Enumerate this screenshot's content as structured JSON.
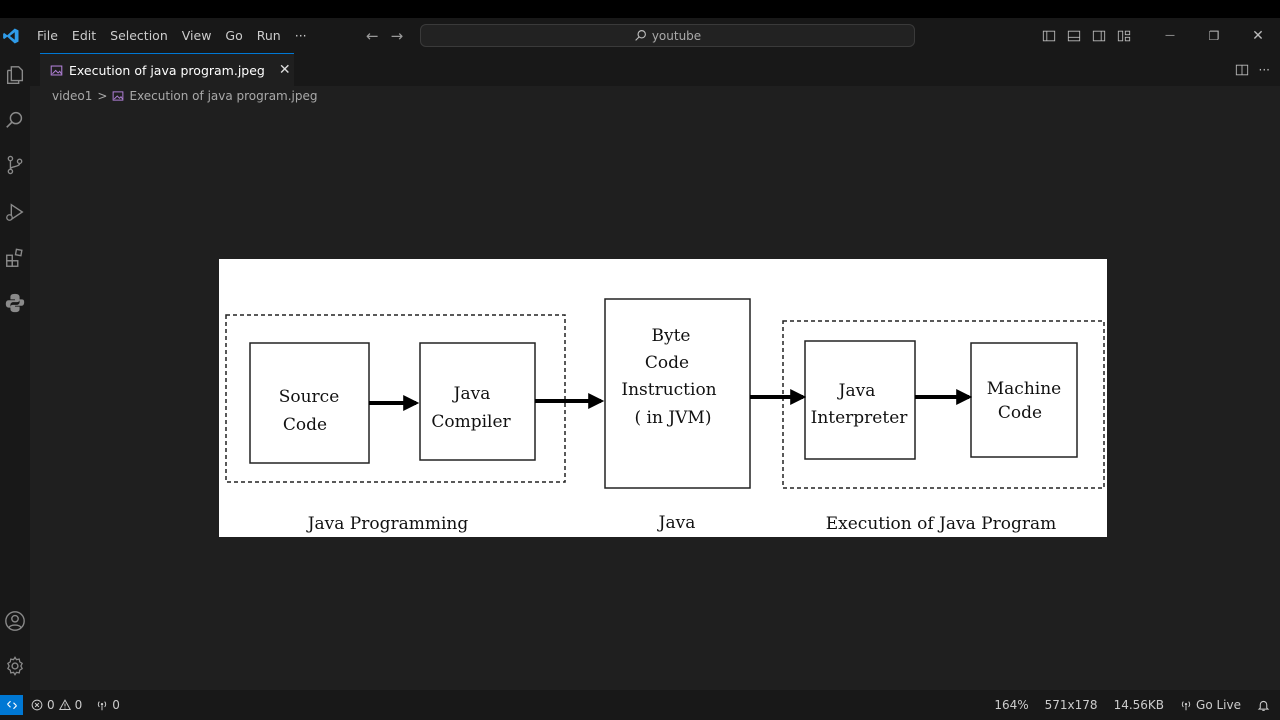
{
  "titlebar": {
    "menu": [
      "File",
      "Edit",
      "Selection",
      "View",
      "Go",
      "Run",
      "···"
    ],
    "search_text": "youtube",
    "back_glyph": "←",
    "forward_glyph": "→",
    "minimize_glyph": "—",
    "restore_glyph": "❐",
    "close_glyph": "✕"
  },
  "tab": {
    "label": "Execution of java program.jpeg",
    "close_glyph": "✕",
    "more_glyph": "···"
  },
  "breadcrumb": {
    "folder": "video1",
    "separator": ">",
    "file": "Execution of java program.jpeg"
  },
  "diagram": {
    "box_source": [
      "Source",
      "Code"
    ],
    "box_compiler": [
      "Java",
      "Compiler"
    ],
    "box_bytecode": [
      "Byte",
      "Code",
      "Instruction",
      "( in JVM)"
    ],
    "box_interpreter": [
      "Java",
      "Interpreter"
    ],
    "box_machine": [
      "Machine",
      "Code"
    ],
    "caption_left": "Java Programming",
    "caption_mid": "Java",
    "caption_right": "Execution of Java Program"
  },
  "statusbar": {
    "errors": "0",
    "warnings": "0",
    "ports": "0",
    "zoom": "164%",
    "dimensions": "571x178",
    "filesize": "14.56KB",
    "golive": "Go Live"
  },
  "colors": {
    "accent": "#0078d4",
    "background": "#1f1f1f",
    "chrome": "#181818"
  }
}
